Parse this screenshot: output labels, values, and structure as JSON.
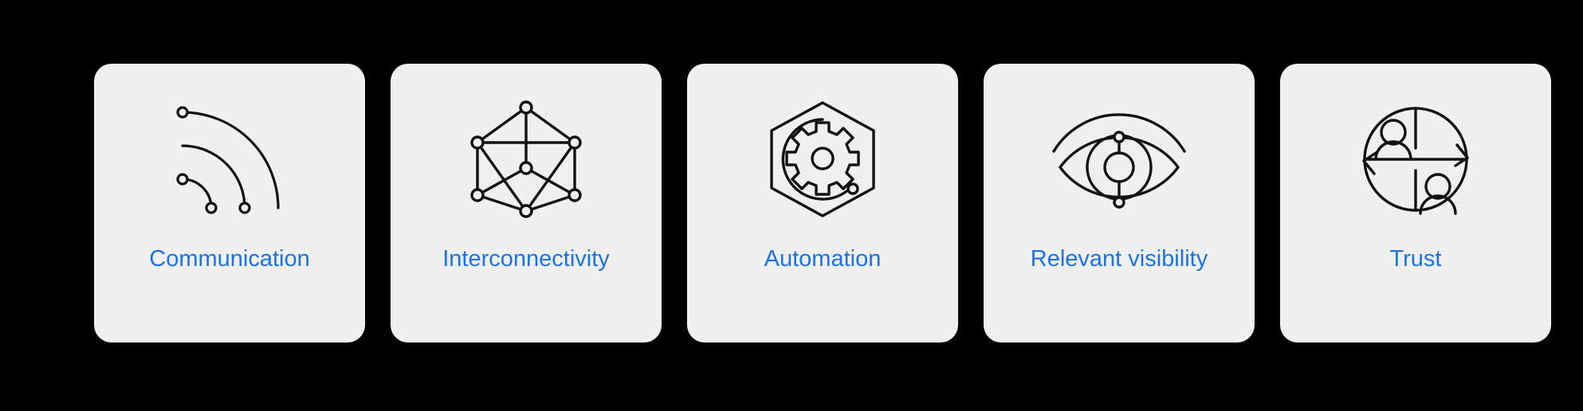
{
  "page": {
    "background_color": "#000000",
    "card_background_color": "#f0f0f0",
    "label_color": "#1a73e8",
    "icon_color": "#121212"
  },
  "cards": [
    {
      "id": "communication",
      "label": "Communication",
      "icon_name": "signal-waves-icon"
    },
    {
      "id": "interconnectivity",
      "label": "Interconnectivity",
      "icon_name": "network-graph-icon"
    },
    {
      "id": "automation",
      "label": "Automation",
      "icon_name": "gear-hexagon-icon"
    },
    {
      "id": "relevant-visibility",
      "label": "Relevant visibility",
      "icon_name": "eye-icon"
    },
    {
      "id": "trust",
      "label": "Trust",
      "icon_name": "people-exchange-icon"
    }
  ]
}
